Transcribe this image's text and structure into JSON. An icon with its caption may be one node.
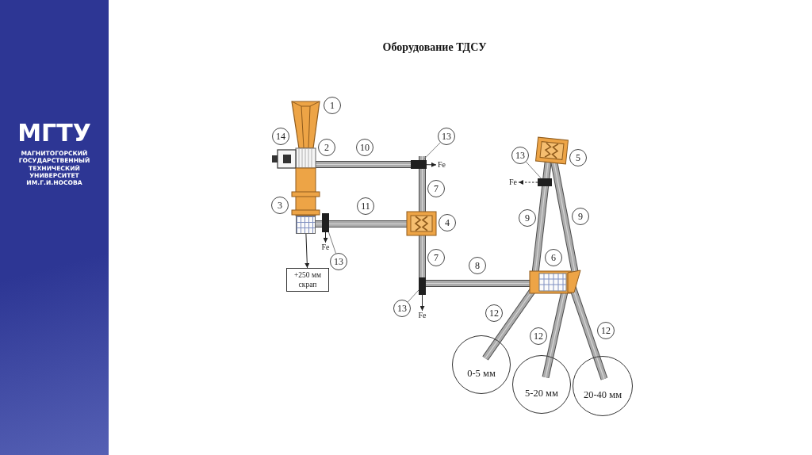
{
  "diagram": {
    "title": "Оборудование ТДСУ",
    "nodes": [
      {
        "text": [
          "МГТУ",
          "МАГНИТОГОРСКИЙ ГОСУДАРСТВЕННЫЙ ТЕХНИЧЕСКИЙ УНИВЕРСИТЕТ ИМ.Г.И.НОСОВА"
        ]
      },
      {
        "text": [
          "1"
        ]
      },
      {
        "text": [
          "14"
        ]
      },
      {
        "text": [
          "13"
        ]
      },
      {
        "text": [
          "2"
        ]
      },
      {
        "text": [
          "10"
        ]
      },
      {
        "text": [
          "13"
        ]
      },
      {
        "text": [
          "5"
        ]
      },
      {
        "text": [],
        "shape": "box"
      },
      {
        "text": [
          "Fe"
        ]
      },
      {
        "text": [
          "Fe"
        ]
      },
      {
        "text": [],
        "shape": "box"
      },
      {
        "text": [
          "7"
        ]
      },
      {
        "text": [
          "3"
        ]
      },
      {
        "text": [
          "11"
        ]
      },
      {
        "text": [
          "9"
        ]
      },
      {
        "text": [
          "9"
        ]
      },
      {
        "text": [],
        "shape": "box"
      },
      {
        "text": [],
        "shape": "box"
      },
      {
        "text": [
          "4"
        ]
      },
      {
        "text": [
          "Fe"
        ]
      },
      {
        "text": [
          "13"
        ]
      },
      {
        "text": [
          "7"
        ]
      },
      {
        "text": [
          "6"
        ]
      },
      {
        "text": [
          "8"
        ]
      },
      {
        "text": [
          "+250 мм скрап"
        ]
      },
      {
        "text": [],
        "shape": "box"
      },
      {
        "text": [
          "13"
        ]
      },
      {
        "text": [
          "Fe"
        ]
      },
      {
        "text": [
          "12"
        ]
      },
      {
        "text": [
          "12"
        ]
      },
      {
        "text": [
          "12"
        ]
      },
      {
        "text": [
          "0-5 мм"
        ]
      },
      {
        "text": [
          "5-20 мм"
        ]
      },
      {
        "text": [
          "20-40 мм"
        ]
      }
    ],
    "edges": [
      {
        "from": 3,
        "to": 8,
        "arrow": "none",
        "color": "#808080"
      },
      {
        "from": 8,
        "to": 9,
        "arrow": "to"
      },
      {
        "from": 6,
        "to": 11,
        "arrow": "none",
        "color": "#808080"
      },
      {
        "from": 11,
        "to": 10,
        "arrow": "to",
        "style": "dashed"
      },
      {
        "from": 21,
        "to": 17,
        "arrow": "none",
        "color": "#808080"
      },
      {
        "from": 17,
        "to": 20,
        "arrow": "to"
      },
      {
        "from": 18,
        "to": 25,
        "arrow": "to"
      },
      {
        "from": 27,
        "to": 26,
        "arrow": "none",
        "color": "#808080"
      },
      {
        "from": 26,
        "to": 28,
        "arrow": "to"
      }
    ]
  }
}
